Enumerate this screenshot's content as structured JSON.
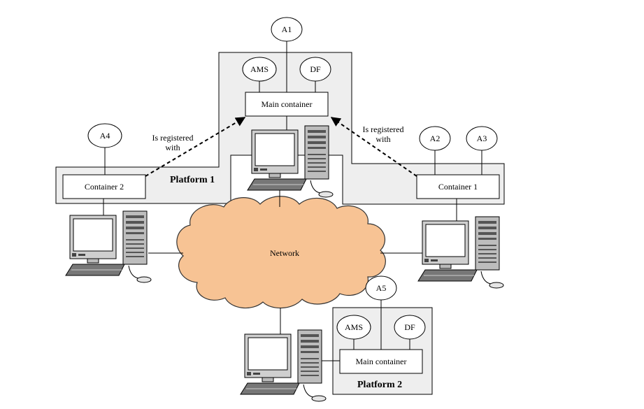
{
  "platform1": {
    "label": "Platform 1",
    "main_container": {
      "label": "Main container",
      "agents": [
        "AMS",
        "DF"
      ],
      "top_agent": "A1"
    },
    "container1": {
      "label": "Container 1",
      "agents": [
        "A2",
        "A3"
      ]
    },
    "container2": {
      "label": "Container 2",
      "agents": [
        "A4"
      ]
    }
  },
  "platform2": {
    "label": "Platform 2",
    "main_container": {
      "label": "Main container",
      "agents": [
        "AMS",
        "DF"
      ],
      "top_agent": "A5"
    }
  },
  "network": {
    "label": "Network"
  },
  "registration": {
    "left_line1": "Is registered",
    "left_line2": "with",
    "right_line1": "Is registered",
    "right_line2": "with"
  },
  "colors": {
    "network_fill": "#f7c394",
    "network_stroke": "#333333",
    "panel_fill": "#eeeeee"
  }
}
